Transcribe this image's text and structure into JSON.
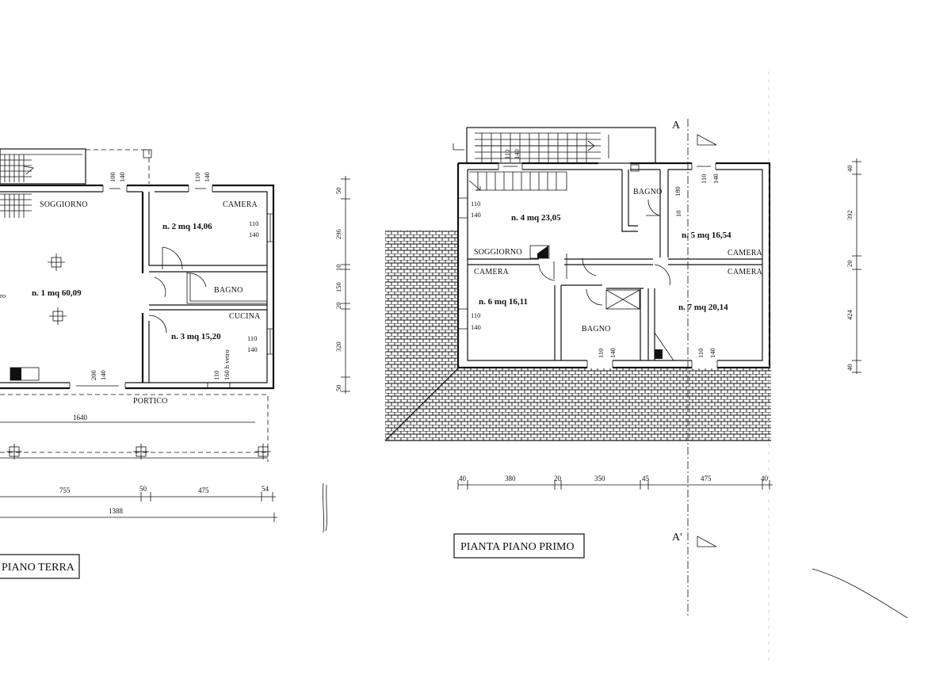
{
  "ground_floor": {
    "title": "PIANO TERRA",
    "labels": {
      "soggiorno": "SOGGIORNO",
      "camera": "CAMERA",
      "bagno": "BAGNO",
      "cucina": "CUCINA",
      "portico": "PORTICO",
      "vetro_fragment": "ro"
    },
    "rooms": {
      "r1": "n. 1   mq 60,09",
      "r2": "n. 2 mq 14,06",
      "r3": "n. 3 mq 15,20"
    },
    "openings": {
      "win_top1_a": "100",
      "win_top1_b": "140",
      "win_top2_a": "110",
      "win_top2_b": "140",
      "win_cam_a": "110",
      "win_cam_b": "140",
      "win_cuc_a": "110",
      "win_cuc_b": "140",
      "door_bottom_a": "200",
      "door_bottom_b": "140",
      "win_bottom_a": "110",
      "win_bottom_b": "160 h vetro"
    },
    "dims": {
      "portico_width": "1640",
      "d1": "755",
      "d2": "50",
      "d3": "475",
      "d4": "54",
      "total": "1388"
    }
  },
  "first_floor": {
    "title": "PIANTA PIANO PRIMO",
    "labels": {
      "soggiorno": "SOGGIORNO",
      "bagno_top": "BAGNO",
      "camera_r5": "CAMERA",
      "camera_r6": "CAMERA",
      "camera_r7": "CAMERA",
      "bagno_mid": "BAGNO"
    },
    "rooms": {
      "r4": "n. 4 mq 23,05",
      "r5": "n. 5 mq 16,54",
      "r6": "n. 6 mq 16,11",
      "r7": "n. 7 mq 20,14"
    },
    "openings": {
      "stair_win_a": "110",
      "stair_win_b": "140",
      "sog_win_a": "110",
      "sog_win_b": "140",
      "bagno_v": "180",
      "bagno_small": "10",
      "r5_win_a": "110",
      "r5_win_b": "140",
      "r6_win_a": "110",
      "r6_win_b": "140",
      "bag_win_a": "110",
      "bag_win_b": "140",
      "r7_win_a": "110",
      "r7_win_b": "140"
    },
    "section_marks": {
      "top": "A",
      "bottom": "A'"
    },
    "dims_left": [
      "50",
      "296",
      "10",
      "150",
      "20",
      "320",
      "50"
    ],
    "dims_right": [
      "40",
      "392",
      "20",
      "424",
      "40"
    ],
    "dims_bottom": [
      "40",
      "380",
      "20",
      "350",
      "45",
      "475",
      "40"
    ]
  }
}
